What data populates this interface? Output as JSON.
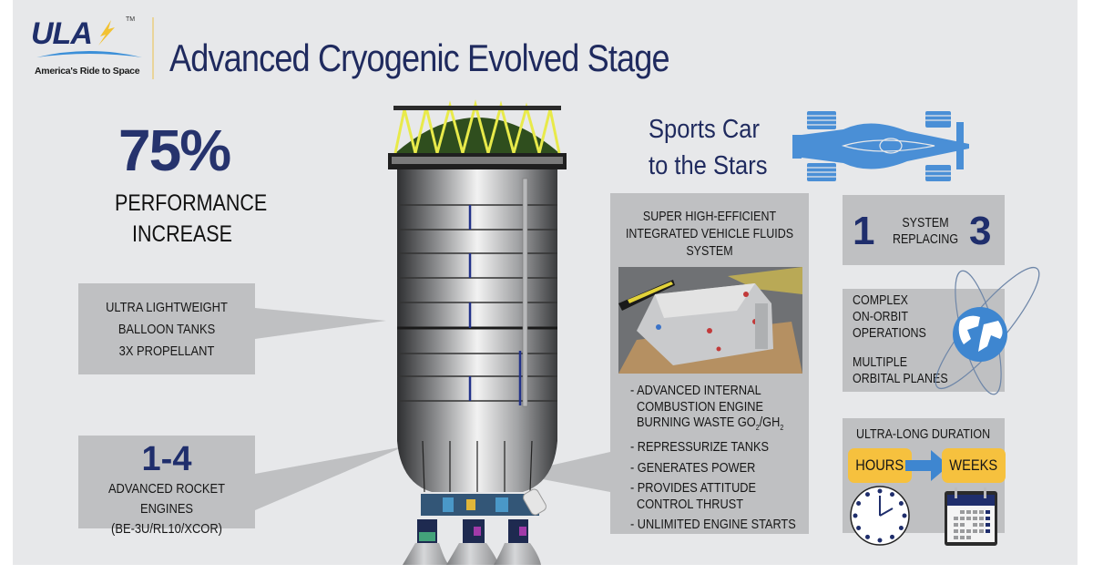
{
  "header": {
    "logo_text": "ULA",
    "logo_trademark": "TM",
    "logo_tagline": "America's Ride to Space",
    "title": "Advanced Cryogenic Evolved Stage"
  },
  "performance": {
    "value": "75%",
    "line1": "PERFORMANCE",
    "line2": "INCREASE"
  },
  "tanks_callout": {
    "lines": [
      "ULTRA LIGHTWEIGHT",
      "BALLOON TANKS",
      "3X PROPELLANT"
    ]
  },
  "engines_callout": {
    "value": "1-4",
    "lines": [
      "ADVANCED ROCKET ENGINES",
      "(BE-3U/RL10/XCOR)"
    ]
  },
  "sports_car": {
    "line1": "Sports Car",
    "line2": "to the Stars",
    "icon": "race-car-icon"
  },
  "fluids_system": {
    "title_lines": [
      "SUPER HIGH-EFFICIENT",
      "INTEGRATED VEHICLE FLUIDS",
      "SYSTEM"
    ],
    "photo": "engine-photo",
    "bullets": [
      {
        "line1": "- ADVANCED INTERNAL",
        "line2": "COMBUSTION ENGINE",
        "line3_prefix": "BURNING WASTE GO",
        "line3_sub1": "2",
        "line3_mid": "/GH",
        "line3_sub2": "2"
      },
      {
        "line1": "- REPRESSURIZE TANKS"
      },
      {
        "line1": "- GENERATES POWER"
      },
      {
        "line1": "- PROVIDES ATTITUDE",
        "line2": "CONTROL THRUST"
      },
      {
        "line1": "- UNLIMITED ENGINE STARTS"
      }
    ]
  },
  "system_replacing": {
    "left_number": "1",
    "line1": "SYSTEM",
    "line2": "REPLACING",
    "right_number": "3"
  },
  "orbit_ops": {
    "block1": [
      "COMPLEX",
      "ON-ORBIT",
      "OPERATIONS"
    ],
    "block2": [
      "MULTIPLE",
      "ORBITAL PLANES"
    ],
    "icon": "globe-orbit-icon"
  },
  "duration": {
    "title": "ULTRA-LONG DURATION",
    "from": "HOURS",
    "to": "WEEKS",
    "icons": [
      "clock-icon",
      "calendar-icon"
    ]
  },
  "colors": {
    "background": "#e7e8ea",
    "callout_gray": "#bfc0c2",
    "navy": "#1f2e6c",
    "accent_yellow": "#f6c13e",
    "accent_blue": "#4a8fd6"
  }
}
